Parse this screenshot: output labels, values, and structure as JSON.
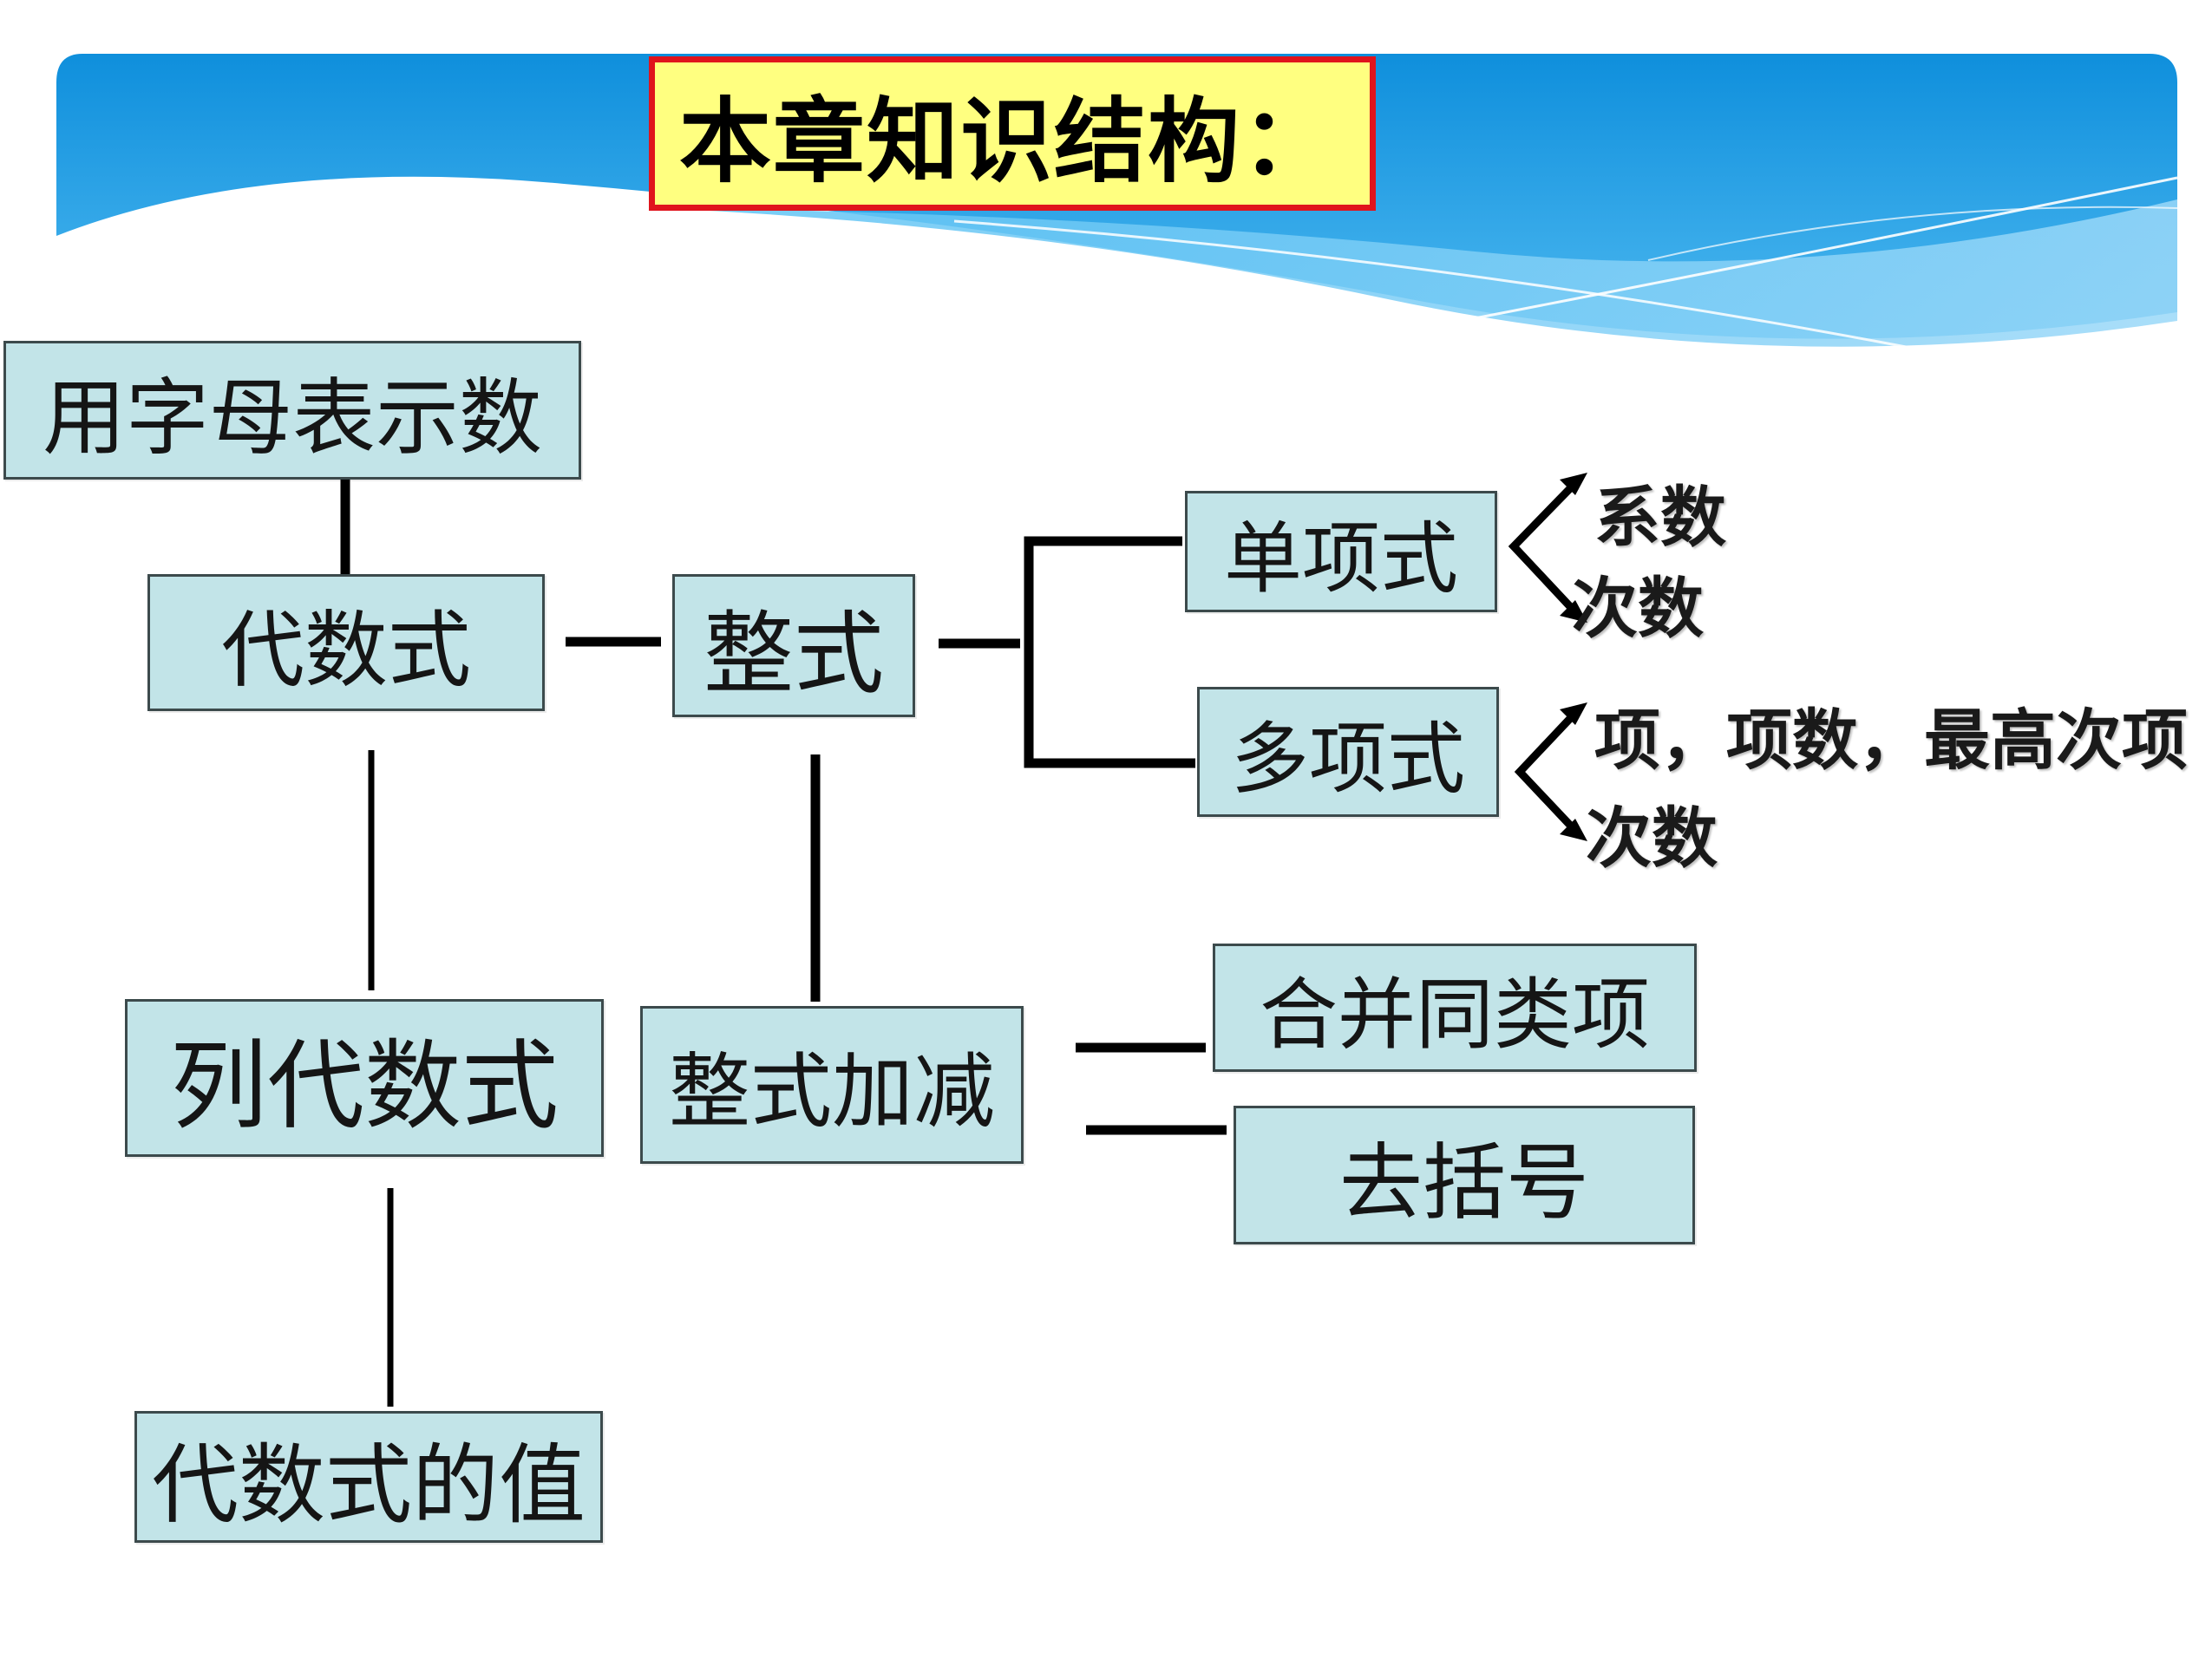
{
  "title": "本章知识结构：",
  "nodes": {
    "letters": "用字母表示数",
    "algebraic": "代数式",
    "polynomial": "整式",
    "monomial": "单项式",
    "multinomial": "多项式",
    "write_expr": "列代数式",
    "poly_addsub": "整式加减",
    "combine": "合并同类项",
    "brackets": "去括号",
    "expr_value": "代数式的值"
  },
  "monomial_props": {
    "coefficient": "系数",
    "degree": "次数"
  },
  "multinomial_props": {
    "terms": "项，项数，最高次项",
    "degree": "次数"
  },
  "colors": {
    "node_fill": "#c2e4e8",
    "title_fill": "#ffff80",
    "title_border": "#e0141c",
    "banner_blue": "#1a9be0"
  }
}
